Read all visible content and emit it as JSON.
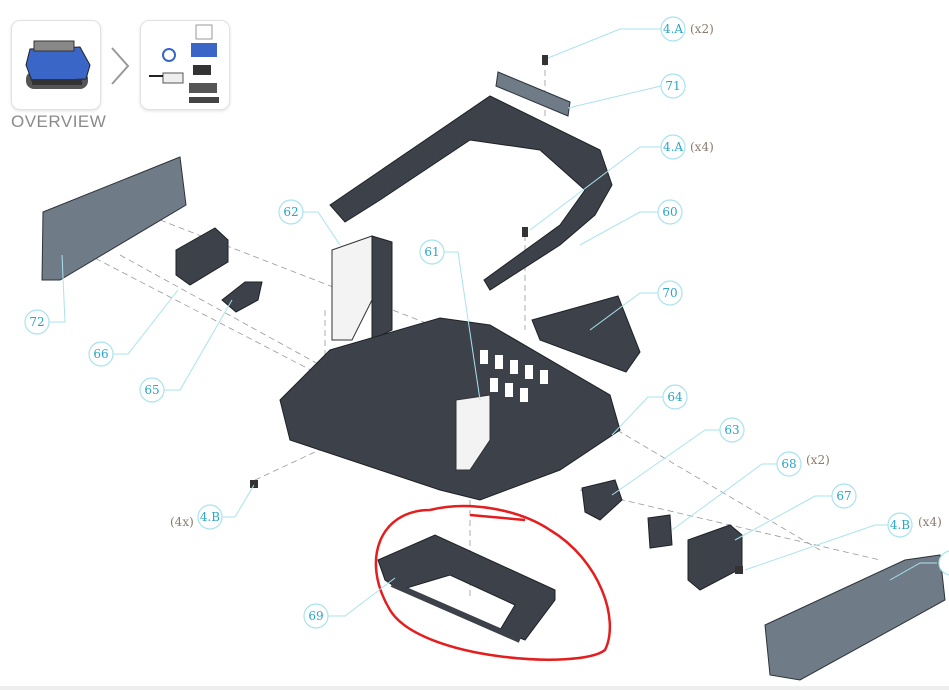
{
  "breadcrumb": {
    "overview_label": "OVERVIEW",
    "items": [
      {
        "name": "overview-thumbnail",
        "icon": "robot-cleaner-image"
      },
      {
        "name": "parts-thumbnail",
        "icon": "exploded-parts-image"
      }
    ],
    "separator_icon": "chevron-right-icon"
  },
  "callouts": [
    {
      "label": "4.A",
      "qty": "(x2)"
    },
    {
      "label": "71"
    },
    {
      "label": "4.A",
      "qty": "(x4)"
    },
    {
      "label": "60"
    },
    {
      "label": "62"
    },
    {
      "label": "61"
    },
    {
      "label": "70"
    },
    {
      "label": "72"
    },
    {
      "label": "66"
    },
    {
      "label": "65"
    },
    {
      "label": "64"
    },
    {
      "label": "63"
    },
    {
      "label": "68",
      "qty": "(x2)"
    },
    {
      "label": "67"
    },
    {
      "label": "4.B",
      "qty": "(4x)"
    },
    {
      "label": "4.B",
      "qty": "(x4)"
    },
    {
      "label": "69"
    }
  ],
  "colors": {
    "callout_text": "#2aa5c5",
    "callout_ring": "#a9e3ee",
    "highlight": "#e41e1e",
    "part": "#3d4149"
  }
}
